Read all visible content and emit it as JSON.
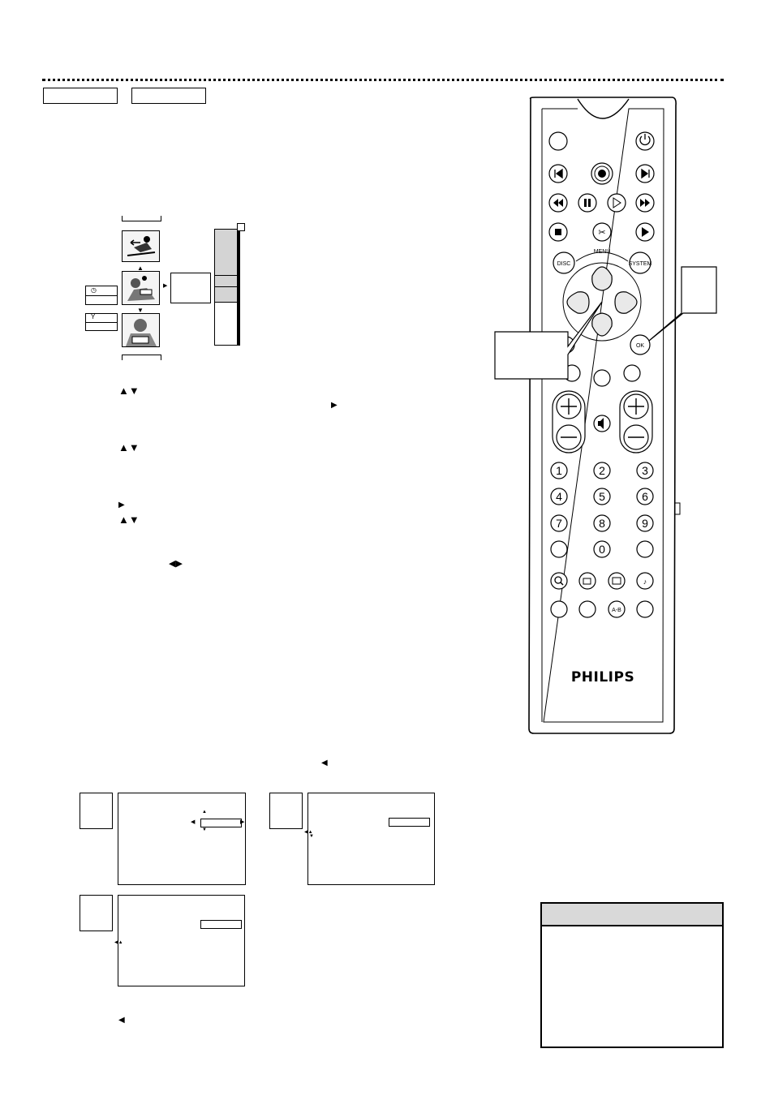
{
  "remote": {
    "menu_label": "MENU",
    "disc_label": "DISC",
    "system_label": "SYSTEM",
    "ok_label": "OK",
    "ab_label": "A-B",
    "brand": "PHILIPS",
    "digits": [
      "1",
      "2",
      "3",
      "4",
      "5",
      "6",
      "7",
      "8",
      "9",
      "0"
    ]
  },
  "icons": {
    "up_down": "▲▼",
    "right": "▶",
    "left": "◀",
    "left_right": "◀▶"
  }
}
